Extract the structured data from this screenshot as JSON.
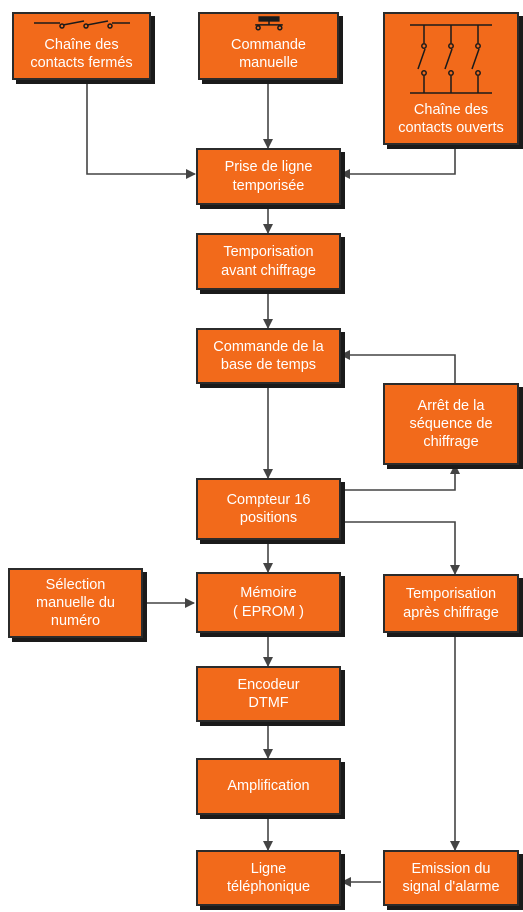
{
  "colors": {
    "box_fill": "#f26a1b",
    "box_border": "#2b2b2b",
    "connector": "#444444"
  },
  "boxes": {
    "contacts_fermes": "Chaîne des\ncontacts fermés",
    "commande_manuelle": "Commande\nmanuelle",
    "contacts_ouverts": "Chaîne des\ncontacts ouverts",
    "prise_ligne": "Prise de ligne\ntemporisée",
    "tempo_avant": "Temporisation\navant chiffrage",
    "commande_base": "Commande de la\nbase de temps",
    "arret_sequence": "Arrêt de la\nséquence de\nchiffrage",
    "compteur": "Compteur 16\npositions",
    "selection_manuelle": "Sélection\nmanuelle du\nnuméro",
    "memoire": "Mémoire\n( EPROM )",
    "tempo_apres": "Temporisation\naprès chiffrage",
    "encodeur": "Encodeur\nDTMF",
    "amplification": "Amplification",
    "ligne": "Ligne\ntéléphonique",
    "emission": "Emission du\nsignal d'alarme"
  },
  "icons": {
    "contacts_fermes": "closed-contacts-chain-icon",
    "commande_manuelle": "push-button-icon",
    "contacts_ouverts": "open-contacts-parallel-icon"
  }
}
